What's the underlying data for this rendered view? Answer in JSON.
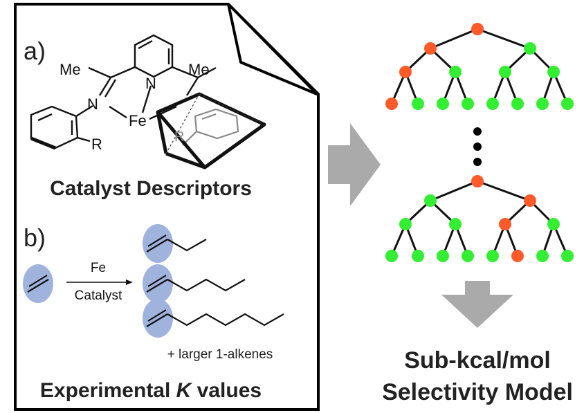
{
  "panel_a": {
    "label": "a)",
    "atoms": {
      "me_left": "Me",
      "me_right": "Me",
      "n_left": "N",
      "n_center": "N",
      "fe": "Fe",
      "r_left": "R",
      "r_right": "R"
    },
    "title": "Catalyst Descriptors"
  },
  "panel_b": {
    "label": "b)",
    "reaction_top": "Fe",
    "reaction_bottom": "Catalyst",
    "note": "+ larger 1-alkenes",
    "title_prefix": "Experimental ",
    "title_italic": "K",
    "title_suffix": " values"
  },
  "model": {
    "line1": "Sub-kcal/mol",
    "line2": "Selectivity Model"
  },
  "colors": {
    "red_node": "#ff5a2a",
    "green_node": "#33ee33",
    "arrow": "#aaaaaa",
    "highlight": "#9fb3dd"
  }
}
